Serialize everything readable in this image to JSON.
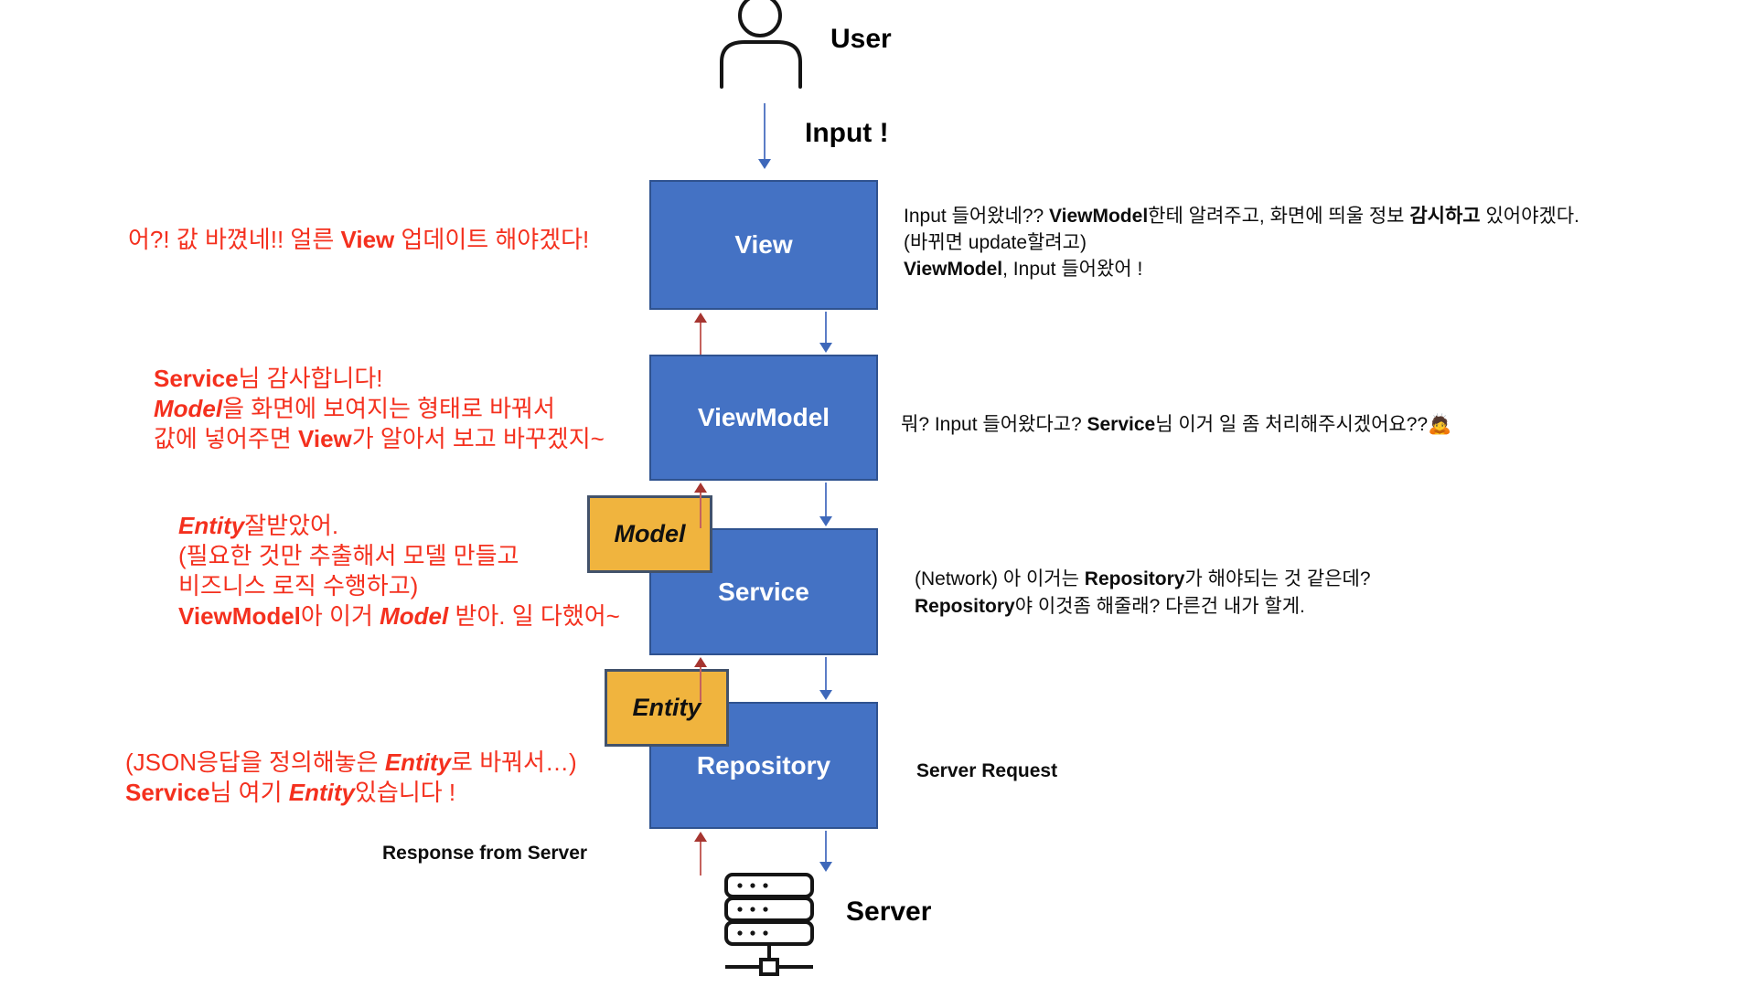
{
  "palette": {
    "box_blue_fill": "#4472C4",
    "box_blue_border": "#2F528F",
    "box_orange_fill": "#F0B43E",
    "box_orange_border": "#42526B",
    "red_text": "#F4301E",
    "arrow_red_shaft": "#C5625E",
    "arrow_red_head": "#A63530",
    "arrow_blue_shaft": "#5C7DC6",
    "arrow_blue_head": "#3E68BA"
  },
  "actors": {
    "user_label": "User",
    "server_label": "Server"
  },
  "flow_labels": {
    "input": "Input !",
    "server_request": "Server Request",
    "server_response": "Response from Server"
  },
  "boxes": {
    "view": "View",
    "viewmodel": "ViewModel",
    "service": "Service",
    "repository": "Repository",
    "model": "Model",
    "entity": "Entity"
  },
  "red_notes": {
    "view": [
      [
        {
          "t": "어?! 값 바꼈네!! 얼른 "
        },
        {
          "t": "View",
          "b": true
        },
        {
          "t": " 업데이트 해야겠다!"
        }
      ]
    ],
    "viewmodel": [
      [
        {
          "t": "Service",
          "b": true
        },
        {
          "t": "님 감사합니다!"
        }
      ],
      [
        {
          "t": "Model",
          "i": true
        },
        {
          "t": "을 화면에 보여지는 형태로 바꿔서"
        }
      ],
      [
        {
          "t": "값에 넣어주면 "
        },
        {
          "t": "View",
          "b": true
        },
        {
          "t": "가 알아서 보고 바꾸겠지~"
        }
      ]
    ],
    "service": [
      [
        {
          "t": "Entity",
          "i": true
        },
        {
          "t": "잘받았어."
        }
      ],
      [
        {
          "t": "(필요한 것만 추출해서 모델 만들고"
        }
      ],
      [
        {
          "t": "비즈니스 로직 수행하고)"
        }
      ],
      [
        {
          "t": "ViewModel",
          "b": true
        },
        {
          "t": "아 이거 "
        },
        {
          "t": "Model",
          "i": true
        },
        {
          "t": " 받아. 일 다했어~"
        }
      ]
    ],
    "repository": [
      [
        {
          "t": "(JSON응답을 정의해놓은 "
        },
        {
          "t": "Entity",
          "i": true
        },
        {
          "t": "로 바꿔서…)"
        }
      ],
      [
        {
          "t": "Service",
          "b": true
        },
        {
          "t": "님 여기 "
        },
        {
          "t": "Entity",
          "i": true
        },
        {
          "t": "있습니다 !"
        }
      ]
    ]
  },
  "black_notes": {
    "view": [
      [
        {
          "t": "Input 들어왔네?? "
        },
        {
          "t": "ViewModel",
          "b": true
        },
        {
          "t": "한테 알려주고, 화면에 띄울 정보 "
        },
        {
          "t": "감시하고",
          "b": true
        },
        {
          "t": " 있어야겠다."
        }
      ],
      [
        {
          "t": "(바뀌면 update할려고)"
        }
      ],
      [
        {
          "t": "ViewModel",
          "b": true
        },
        {
          "t": ", Input 들어왔어 !"
        }
      ]
    ],
    "viewmodel": [
      [
        {
          "t": "뭐? Input 들어왔다고? "
        },
        {
          "t": "Service",
          "b": true
        },
        {
          "t": "님 이거 일 좀 처리해주시겠어요??🙇"
        }
      ]
    ],
    "service": [
      [
        {
          "t": "(Network) 아 이거는 "
        },
        {
          "t": "Repository",
          "b": true
        },
        {
          "t": "가 해야되는 것 같은데?"
        }
      ],
      [
        {
          "t": "Repository",
          "b": true
        },
        {
          "t": "야 이것좀 해줄래? 다른건 내가 할게."
        }
      ]
    ]
  }
}
